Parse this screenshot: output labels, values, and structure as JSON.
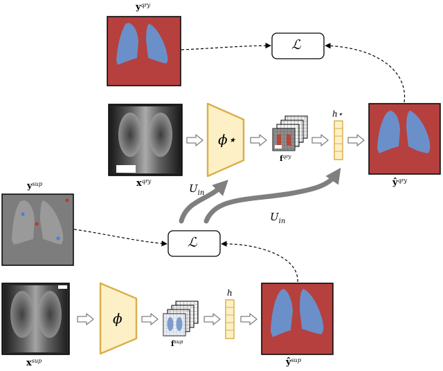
{
  "labels": {
    "y_qry": {
      "base": "y",
      "sup": "qry"
    },
    "x_qry": {
      "base": "x",
      "sup": "qry"
    },
    "f_qry": {
      "base": "f",
      "sup": "qry"
    },
    "y_hat_qry": {
      "base": "ŷ",
      "sup": "qry"
    },
    "y_sup": {
      "base": "y",
      "sup": "sup"
    },
    "x_sup": {
      "base": "x",
      "sup": "sup"
    },
    "f_sup": {
      "base": "f",
      "sup": "sup"
    },
    "y_hat_sup": {
      "base": "ŷ",
      "sup": "sup"
    },
    "h_star": "h⋆",
    "h": "h",
    "phi_star": "ϕ⋆",
    "phi": "ϕ",
    "loss_top": "ℒ",
    "loss_bottom": "ℒ",
    "u_in_1": {
      "base": "U",
      "sub": "in"
    },
    "u_in_2": {
      "base": "U",
      "sub": "in"
    }
  },
  "colors": {
    "mask_background": "#b5403e",
    "lung": "#6b8fc8",
    "encoder_fill": "#fdf0c7",
    "encoder_stroke": "#d9b04a",
    "vector_fill": "#fdf0c7",
    "vector_stroke": "#d9b04a",
    "thick_arrow": "#7f7f7f",
    "support_annot_bg": "#7d7d7d",
    "support_annot_lung": "#9a9a9a",
    "point_red": "#c0392b",
    "point_blue": "#4a7fd0"
  }
}
